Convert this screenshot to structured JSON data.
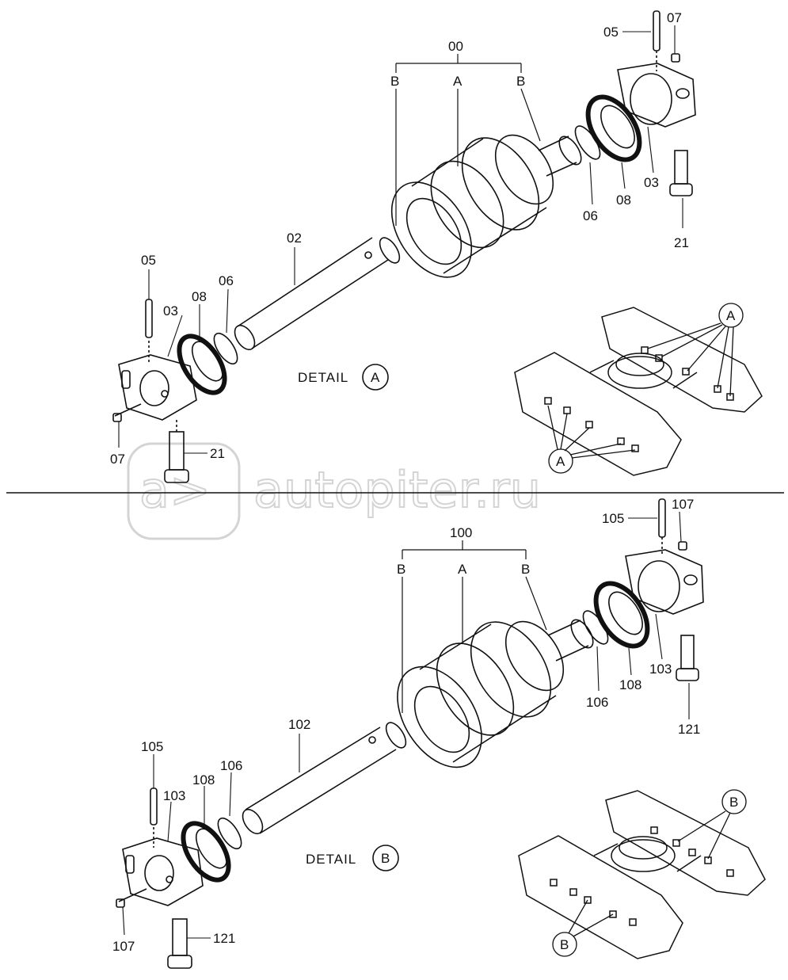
{
  "watermark": {
    "text": "autopiter.ru",
    "logo_glyph": "a>"
  },
  "detail_a": {
    "caption": "DETAIL",
    "circle_letter": "A",
    "group_label": "00",
    "bracket_letters": [
      "B",
      "A",
      "B"
    ],
    "parts": {
      "shaft": "02",
      "pin_left": "05",
      "pin_right": "05",
      "bracket_left": "03",
      "bracket_right": "03",
      "seal_left": "08",
      "seal_right": "08",
      "oring_left": "06",
      "oring_right": "06",
      "plug_left": "07",
      "plug_right": "07",
      "bolt_left": "21",
      "bolt_right": "21"
    },
    "frame_callout": "A"
  },
  "detail_b": {
    "caption": "DETAIL",
    "circle_letter": "B",
    "group_label": "100",
    "bracket_letters": [
      "B",
      "A",
      "B"
    ],
    "parts": {
      "shaft": "102",
      "pin_left": "105",
      "pin_right": "105",
      "bracket_left": "103",
      "bracket_right": "103",
      "seal_left": "108",
      "seal_right": "108",
      "oring_left": "106",
      "oring_right": "106",
      "plug_left": "107",
      "plug_right": "107",
      "bolt_left": "121",
      "bolt_right": "121"
    },
    "frame_callout": "B"
  },
  "colors": {
    "line": "#111111",
    "watermark": "#d4d4d4",
    "background": "#ffffff"
  }
}
